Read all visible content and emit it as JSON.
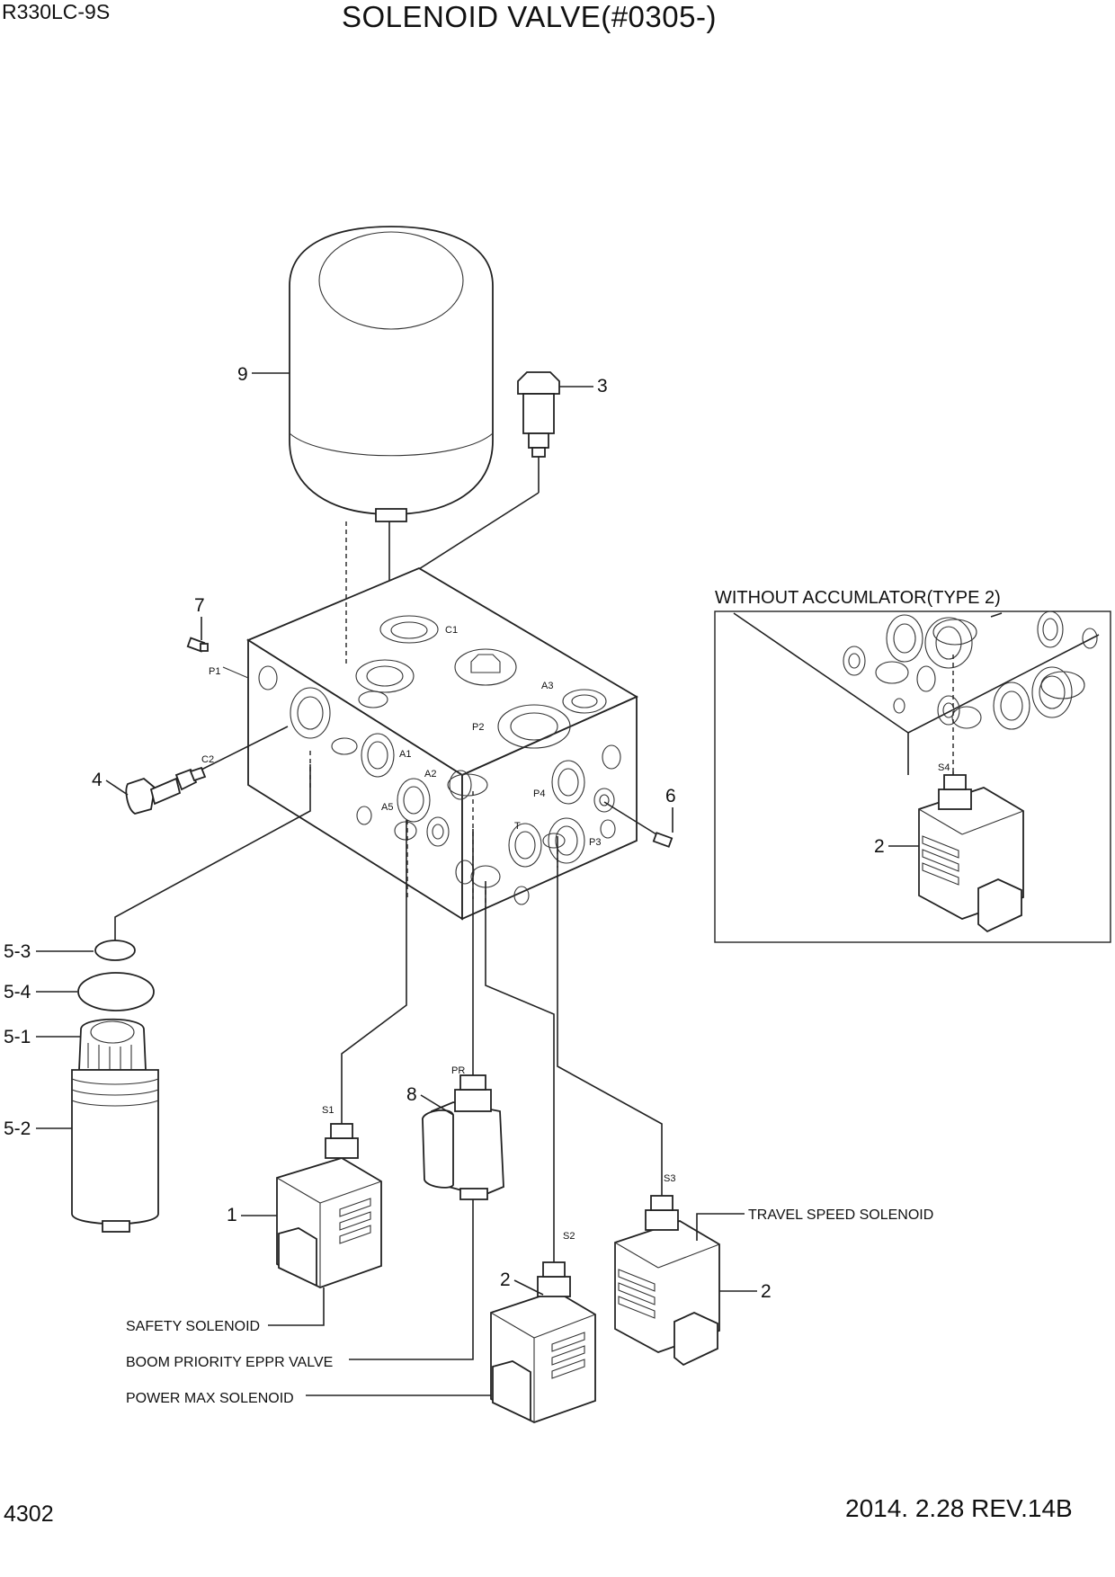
{
  "header": {
    "model": "R330LC-9S",
    "title": "SOLENOID VALVE(#0305-)"
  },
  "footer": {
    "page_number": "4302",
    "revision": "2014. 2.28  REV.14B"
  },
  "inset": {
    "title": "WITHOUT ACCUMLATOR(TYPE 2)",
    "callout_2": "2",
    "port_s4": "S4"
  },
  "callouts": {
    "c9": "9",
    "c3": "3",
    "c7": "7",
    "c4": "4",
    "c6": "6",
    "c5_3": "5-3",
    "c5_4": "5-4",
    "c5_1": "5-1",
    "c5_2": "5-2",
    "c8": "8",
    "c1": "1",
    "c2_a": "2",
    "c2_b": "2"
  },
  "ports": {
    "c1": "C1",
    "p1": "P1",
    "a3": "A3",
    "p2": "P2",
    "c2": "C2",
    "a1": "A1",
    "a2": "A2",
    "a5": "A5",
    "p4": "P4",
    "t": "T",
    "p3": "P3",
    "pr": "PR",
    "s1": "S1",
    "s2": "S2",
    "s3": "S3"
  },
  "labels": {
    "safety": "SAFETY SOLENOID",
    "boom": "BOOM PRIORITY EPPR VALVE",
    "power": "POWER MAX SOLENOID",
    "travel": "TRAVEL SPEED SOLENOID"
  }
}
